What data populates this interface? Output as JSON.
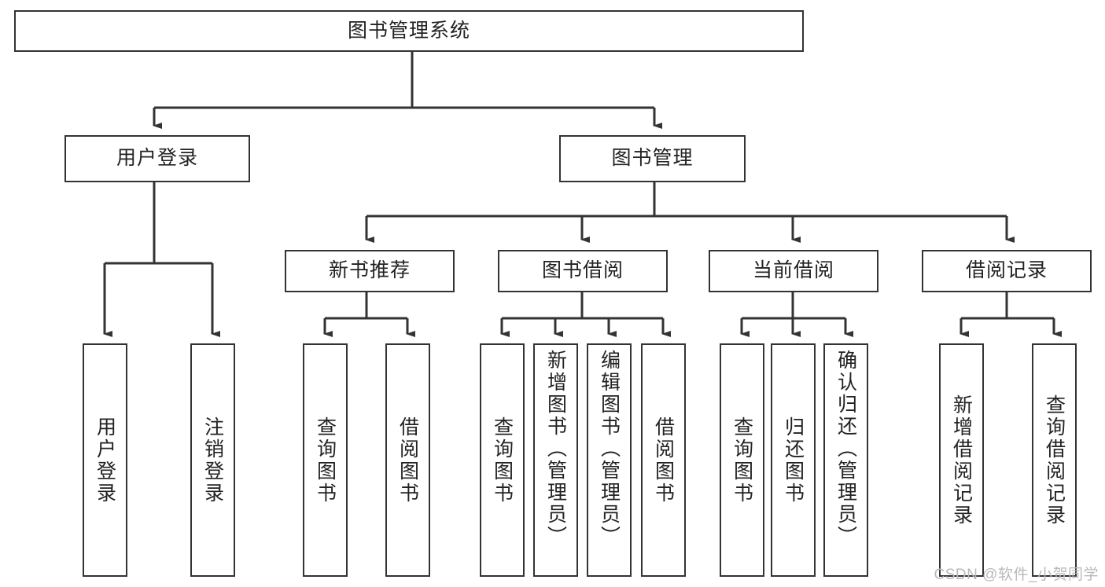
{
  "diagram": {
    "title": "图书管理系统",
    "type": "hierarchy-tree",
    "root": {
      "label": "图书管理系统"
    },
    "level1": [
      {
        "label": "用户登录"
      },
      {
        "label": "图书管理"
      }
    ],
    "level2": [
      {
        "label": "新书推荐"
      },
      {
        "label": "图书借阅"
      },
      {
        "label": "当前借阅"
      },
      {
        "label": "借阅记录"
      }
    ],
    "leaves": {
      "user_login": [
        {
          "label": "用户登录"
        },
        {
          "label": "注销登录"
        }
      ],
      "new_book_recommend": [
        {
          "label": "查询图书"
        },
        {
          "label": "借阅图书"
        }
      ],
      "book_borrow": [
        {
          "label": "查询图书"
        },
        {
          "label": "新增图书（管理员）"
        },
        {
          "label": "编辑图书（管理员）"
        },
        {
          "label": "借阅图书"
        }
      ],
      "current_borrow": [
        {
          "label": "查询图书"
        },
        {
          "label": "归还图书"
        },
        {
          "label": "确认归还（管理员）"
        }
      ],
      "borrow_record": [
        {
          "label": "新增借阅记录"
        },
        {
          "label": "查询借阅记录"
        }
      ]
    }
  },
  "watermark": {
    "text": "CSDN @软件_小贺同学"
  },
  "colors": {
    "stroke": "#333333",
    "text": "#222222",
    "background": "#ffffff",
    "watermark": "#b9b9b9"
  }
}
